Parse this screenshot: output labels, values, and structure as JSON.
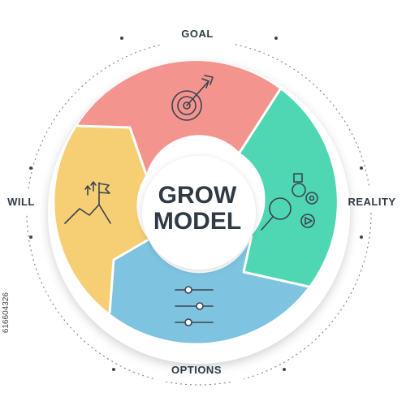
{
  "title_line1": "GROW",
  "title_line2": "MODEL",
  "labels": {
    "goal": "GOAL",
    "reality": "REALITY",
    "options": "OPTIONS",
    "will": "WILL"
  },
  "colors": {
    "goal": "#F4948F",
    "reality": "#4ED7B2",
    "options": "#7EC3E0",
    "will": "#F6CF74"
  },
  "icons": {
    "goal": "target-icon",
    "reality": "magnifier-shapes-icon",
    "options": "sliders-icon",
    "will": "mountain-flag-icon"
  },
  "side_text": "616604326"
}
